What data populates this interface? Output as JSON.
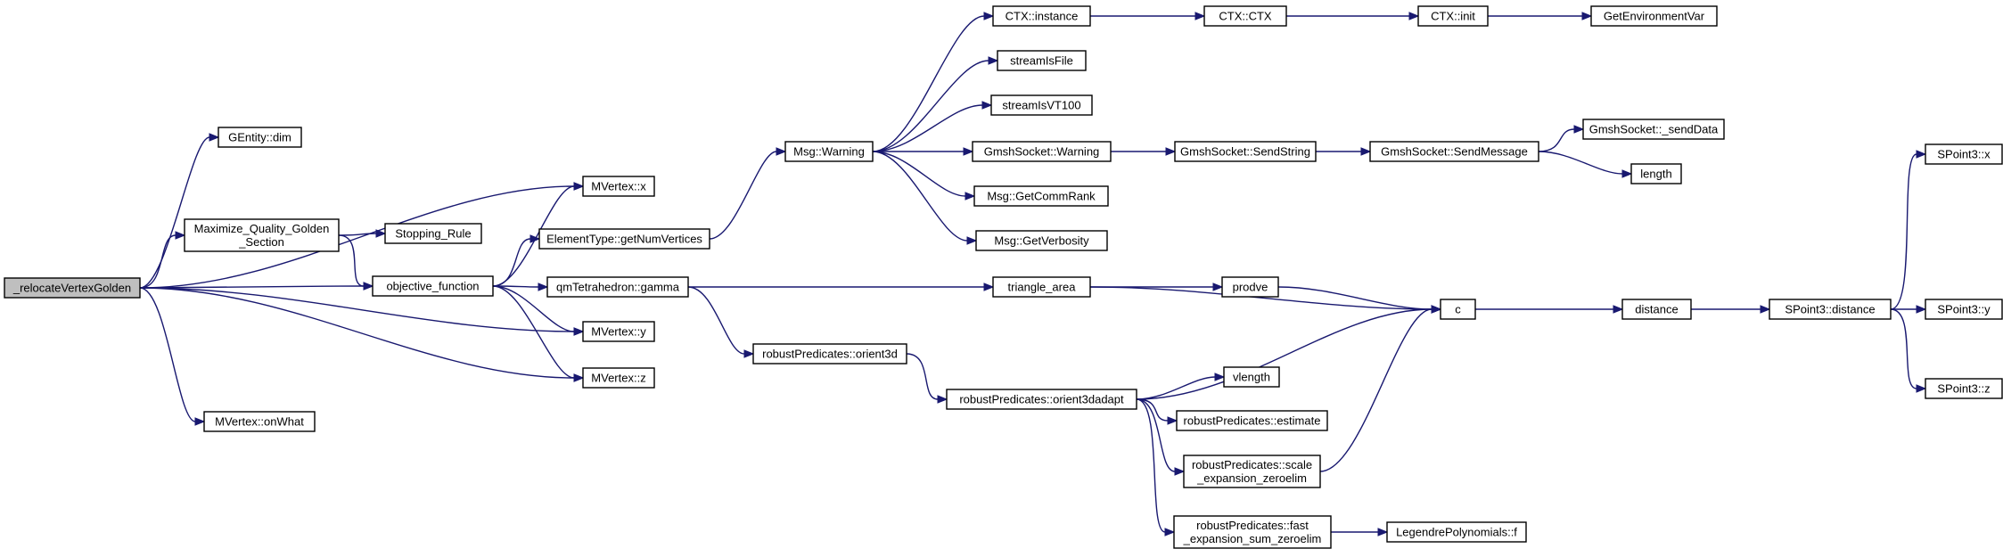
{
  "graph": {
    "type": "call-graph",
    "colors": {
      "edge": "#191970",
      "root_fill": "#bfbfbf",
      "node_fill": "#ffffff",
      "node_border": "#000000"
    },
    "nodes": [
      {
        "id": "relocate",
        "label": [
          "_relocateVertexGolden"
        ],
        "root": true
      },
      {
        "id": "gentity_dim",
        "label": [
          "GEntity::dim"
        ]
      },
      {
        "id": "maxq",
        "label": [
          "Maximize_Quality_Golden",
          "_Section"
        ]
      },
      {
        "id": "mvx",
        "label": [
          "MVertex::x"
        ]
      },
      {
        "id": "mvy",
        "label": [
          "MVertex::y"
        ]
      },
      {
        "id": "mvz",
        "label": [
          "MVertex::z"
        ]
      },
      {
        "id": "onwhat",
        "label": [
          "MVertex::onWhat"
        ]
      },
      {
        "id": "objf",
        "label": [
          "objective_function"
        ]
      },
      {
        "id": "stop",
        "label": [
          "Stopping_Rule"
        ]
      },
      {
        "id": "getnumv",
        "label": [
          "ElementType::getNumVertices"
        ]
      },
      {
        "id": "gamma",
        "label": [
          "qmTetrahedron::gamma"
        ]
      },
      {
        "id": "warning",
        "label": [
          "Msg::Warning"
        ]
      },
      {
        "id": "orient3d",
        "label": [
          "robustPredicates::orient3d"
        ]
      },
      {
        "id": "ctxinst",
        "label": [
          "CTX::instance"
        ]
      },
      {
        "id": "isfile",
        "label": [
          "streamIsFile"
        ]
      },
      {
        "id": "isvt",
        "label": [
          "streamIsVT100"
        ]
      },
      {
        "id": "gswarn",
        "label": [
          "GmshSocket::Warning"
        ]
      },
      {
        "id": "commrank",
        "label": [
          "Msg::GetCommRank"
        ]
      },
      {
        "id": "verbosity",
        "label": [
          "Msg::GetVerbosity"
        ]
      },
      {
        "id": "tri",
        "label": [
          "triangle_area"
        ]
      },
      {
        "id": "o3dadapt",
        "label": [
          "robustPredicates::orient3dadapt"
        ]
      },
      {
        "id": "ctxctx",
        "label": [
          "CTX::CTX"
        ]
      },
      {
        "id": "sendstr",
        "label": [
          "GmshSocket::SendString"
        ]
      },
      {
        "id": "prodve",
        "label": [
          "prodve"
        ]
      },
      {
        "id": "vlength",
        "label": [
          "vlength"
        ]
      },
      {
        "id": "estimate",
        "label": [
          "robustPredicates::estimate"
        ]
      },
      {
        "id": "scaleexp",
        "label": [
          "robustPredicates::scale",
          "_expansion_zeroelim"
        ]
      },
      {
        "id": "fastexp",
        "label": [
          "robustPredicates::fast",
          "_expansion_sum_zeroelim"
        ]
      },
      {
        "id": "ctxinit",
        "label": [
          "CTX::init"
        ]
      },
      {
        "id": "sendmsg",
        "label": [
          "GmshSocket::SendMessage"
        ]
      },
      {
        "id": "c",
        "label": [
          "c"
        ]
      },
      {
        "id": "legendre",
        "label": [
          "LegendrePolynomials::f"
        ]
      },
      {
        "id": "getenv",
        "label": [
          "GetEnvironmentVar"
        ]
      },
      {
        "id": "senddata",
        "label": [
          "GmshSocket::_sendData"
        ]
      },
      {
        "id": "length",
        "label": [
          "length"
        ]
      },
      {
        "id": "distance",
        "label": [
          "distance"
        ]
      },
      {
        "id": "sp3dist",
        "label": [
          "SPoint3::distance"
        ]
      },
      {
        "id": "sp3x",
        "label": [
          "SPoint3::x"
        ]
      },
      {
        "id": "sp3y",
        "label": [
          "SPoint3::y"
        ]
      },
      {
        "id": "sp3z",
        "label": [
          "SPoint3::z"
        ]
      }
    ],
    "edges": [
      [
        "relocate",
        "gentity_dim"
      ],
      [
        "relocate",
        "mvx"
      ],
      [
        "relocate",
        "maxq"
      ],
      [
        "relocate",
        "objf"
      ],
      [
        "relocate",
        "mvy"
      ],
      [
        "relocate",
        "mvz"
      ],
      [
        "relocate",
        "onwhat"
      ],
      [
        "maxq",
        "stop"
      ],
      [
        "maxq",
        "objf"
      ],
      [
        "objf",
        "mvx"
      ],
      [
        "objf",
        "getnumv"
      ],
      [
        "objf",
        "gamma"
      ],
      [
        "objf",
        "mvy"
      ],
      [
        "objf",
        "mvz"
      ],
      [
        "getnumv",
        "warning"
      ],
      [
        "gamma",
        "tri"
      ],
      [
        "gamma",
        "orient3d"
      ],
      [
        "warning",
        "ctxinst"
      ],
      [
        "warning",
        "isfile"
      ],
      [
        "warning",
        "isvt"
      ],
      [
        "warning",
        "gswarn"
      ],
      [
        "warning",
        "commrank"
      ],
      [
        "warning",
        "verbosity"
      ],
      [
        "orient3d",
        "o3dadapt"
      ],
      [
        "ctxinst",
        "ctxctx"
      ],
      [
        "ctxctx",
        "ctxinit"
      ],
      [
        "ctxinit",
        "getenv"
      ],
      [
        "gswarn",
        "sendstr"
      ],
      [
        "sendstr",
        "sendmsg"
      ],
      [
        "sendmsg",
        "senddata"
      ],
      [
        "sendmsg",
        "length"
      ],
      [
        "tri",
        "c"
      ],
      [
        "tri",
        "prodve"
      ],
      [
        "prodve",
        "c"
      ],
      [
        "o3dadapt",
        "c"
      ],
      [
        "o3dadapt",
        "vlength"
      ],
      [
        "o3dadapt",
        "estimate"
      ],
      [
        "o3dadapt",
        "scaleexp"
      ],
      [
        "o3dadapt",
        "fastexp"
      ],
      [
        "scaleexp",
        "c"
      ],
      [
        "fastexp",
        "legendre"
      ],
      [
        "c",
        "distance"
      ],
      [
        "distance",
        "sp3dist"
      ],
      [
        "sp3dist",
        "sp3x"
      ],
      [
        "sp3dist",
        "sp3y"
      ],
      [
        "sp3dist",
        "sp3z"
      ]
    ]
  }
}
